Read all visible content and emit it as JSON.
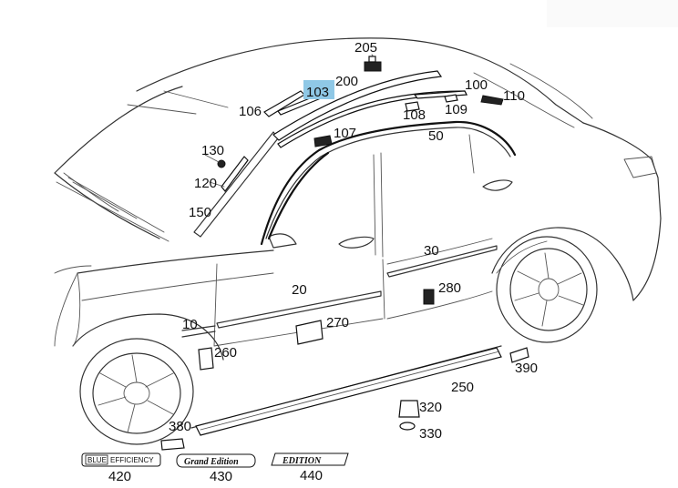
{
  "labels": {
    "p205": "205",
    "p200": "200",
    "p103": "103",
    "p100": "100",
    "p110": "110",
    "p106": "106",
    "p108": "108",
    "p109": "109",
    "p107": "107",
    "p50": "50",
    "p130": "130",
    "p120": "120",
    "p150": "150",
    "p30": "30",
    "p20": "20",
    "p280": "280",
    "p10": "10",
    "p270": "270",
    "p260": "260",
    "p390": "390",
    "p250": "250",
    "p320": "320",
    "p330": "330",
    "p380": "380",
    "p420": "420",
    "p430": "430",
    "p440": "440"
  },
  "badges": {
    "blue_box": "BLUE",
    "blue_rest": "EFFICIENCY",
    "grand": "Grand Edition",
    "edition": "EDITION"
  },
  "highlight_color": "#8fc8e6"
}
